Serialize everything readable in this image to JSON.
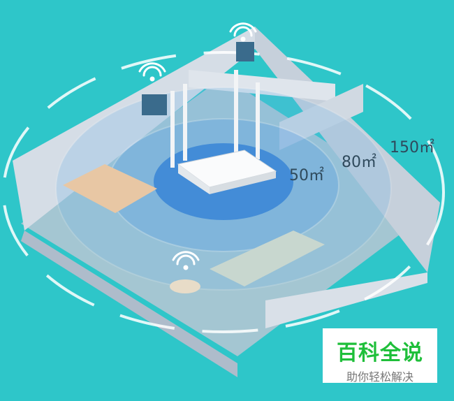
{
  "illustration": {
    "subject": "wifi-router-coverage",
    "coverage_labels": [
      "50㎡",
      "80㎡",
      "150㎡"
    ],
    "colors": {
      "background": "#2ec6c9",
      "inner_zone": "#2f7fd6",
      "walls": "#c9d3de"
    }
  },
  "watermark": {
    "title": "百科全说",
    "subtitle": "助你轻松解决"
  }
}
